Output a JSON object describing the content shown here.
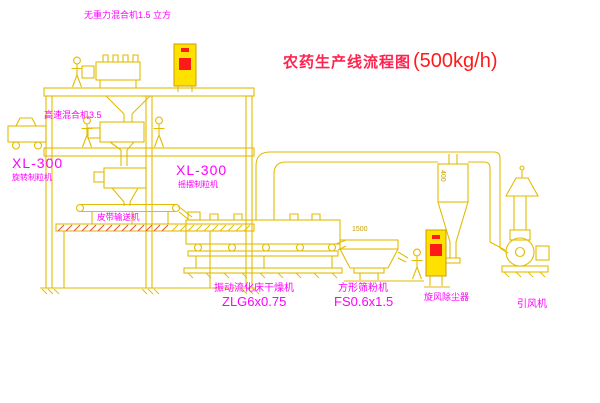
{
  "title": {
    "text": "农药生产线流程图",
    "capacity": "(500kg/h)"
  },
  "labels": {
    "top_mixer": "无重力混合机1.5 立方",
    "high_speed_mixer": "高速混合机3.5",
    "granulator_left_model": "XL-300",
    "granulator_left_name": "旋转制粒机",
    "granulator_right_model": "XL-300",
    "granulator_right_name": "摇摆制粒机",
    "belt_conveyor": "皮带输送机",
    "fluid_bed_dryer": "振动流化床干燥机",
    "fluid_bed_dryer_model": "ZLG6x0.75",
    "square_sifter": "方形筛粉机",
    "square_sifter_model": "FS0.6x1.5",
    "cyclone": "旋风除尘器",
    "fan": "引风机"
  },
  "dimensions": {
    "cyclone_diameter": "400",
    "sifter_length": "1500"
  },
  "colors": {
    "line": "#e3bb00",
    "label": "#ff00ff",
    "title_text": "#ff2450",
    "title_capacity": "#ff1a1a",
    "panel_fill": "#ffe100",
    "alert": "#ff1a1a",
    "background": "#ffffff"
  }
}
